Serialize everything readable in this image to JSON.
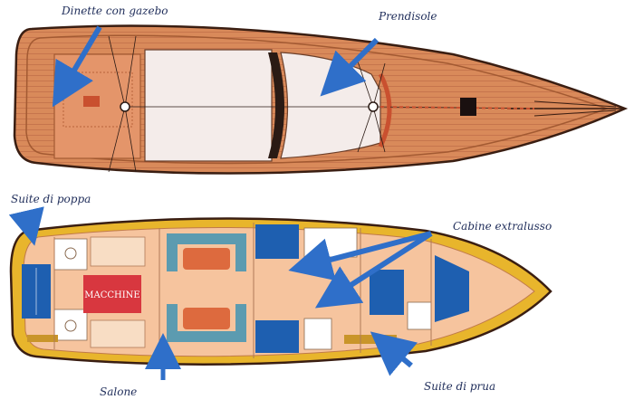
{
  "labels": {
    "dinette": "Dinette con gazebo",
    "prendisole": "Prendisole",
    "suite_poppa": "Suite di poppa",
    "cabine": "Cabine extralusso",
    "salone": "Salone",
    "suite_prua": "Suite di prua",
    "macchine": "MACCHINE"
  },
  "colors": {
    "deck_wood": "#d98a5a",
    "deck_wood_dark": "#b8643a",
    "hull_outline": "#3a1e12",
    "cushion": "#f4ecea",
    "arrow": "#2f6fc9",
    "hull_yellow": "#e8b52c",
    "interior_peach": "#f6c49e",
    "engine": "#d8373f",
    "berth_blue": "#1e5fb0",
    "sofa_teal": "#5c9bb0",
    "table_orange": "#dd6a3e"
  }
}
